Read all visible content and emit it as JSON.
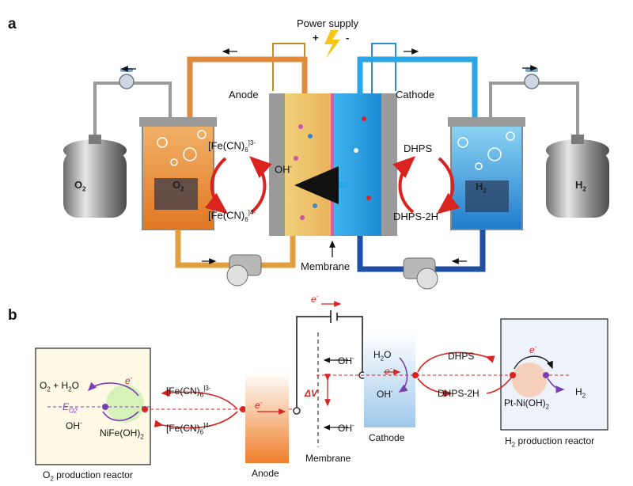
{
  "panel_a": {
    "letter": "a",
    "power_supply": "Power supply",
    "plus": "+",
    "minus": "-",
    "anode": "Anode",
    "cathode": "Cathode",
    "membrane": "Membrane",
    "oh": "OH",
    "oh_sup": "-",
    "o2_tank": "O",
    "o2_sub": "2",
    "h2_tank": "H",
    "h2_sub": "2",
    "o2_reactor": "O",
    "o2_reactor_sub": "2",
    "h2_reactor": "H",
    "h2_reactor_sub": "2",
    "fecn_top": "[Fe(CN)",
    "fecn_top_sub": "6",
    "fecn_top_sup": "]3-",
    "fecn_bottom": "[Fe(CN)",
    "fecn_bottom_sub": "6",
    "fecn_bottom_sup": "]4-",
    "dhps": "DHPS",
    "dhps_2h": "DHPS-2H"
  },
  "panel_b": {
    "letter": "b",
    "electron": "e",
    "electron_sup": "-",
    "o2_h2o_1": "O",
    "o2_h2o_sub1": "2",
    "o2_h2o_2": " + H",
    "o2_h2o_sub2": "2",
    "o2_h2o_3": "O",
    "eo2_label": "E",
    "eo2_sub": "O2",
    "oh_left": "OH",
    "nifeoh_1": "NiFe(OH)",
    "nifeoh_sub": "2",
    "fecn_top": "[Fe(CN)",
    "fecn_top_sub": "6",
    "fecn_top_sup": "]3-",
    "fecn_bottom": "[Fe(CN)",
    "fecn_bottom_sub": "6",
    "fecn_bottom_sup": "]4-",
    "delta_v": "ΔV",
    "oh_top": "OH",
    "oh_bottom": "OH",
    "minus_sign": "-",
    "anode": "Anode",
    "membrane": "Membrane",
    "cathode": "Cathode",
    "h2o_1": "H",
    "h2o_sub": "2",
    "h2o_2": "O",
    "oh_cathode": "OH",
    "dhps": "DHPS",
    "dhps_2h": "DHPS-2H",
    "ptni_1": "Pt-Ni(OH)",
    "ptni_sub": "2",
    "h2_1": "H",
    "h2_sub": "2",
    "o2_reactor_1": "O",
    "o2_reactor_sub": "2",
    "o2_reactor_2": " production reactor",
    "h2_reactor_1": "H",
    "h2_reactor_sub": "2",
    "h2_reactor_2": " production reactor"
  },
  "colors": {
    "anode_orange": "#e8822e",
    "cathode_blue": "#2e9ee0",
    "dark_blue": "#1e4fa0",
    "red_arrow": "#d9231f",
    "purple": "#7b3fb5",
    "membrane_pink": "#e6579a"
  }
}
